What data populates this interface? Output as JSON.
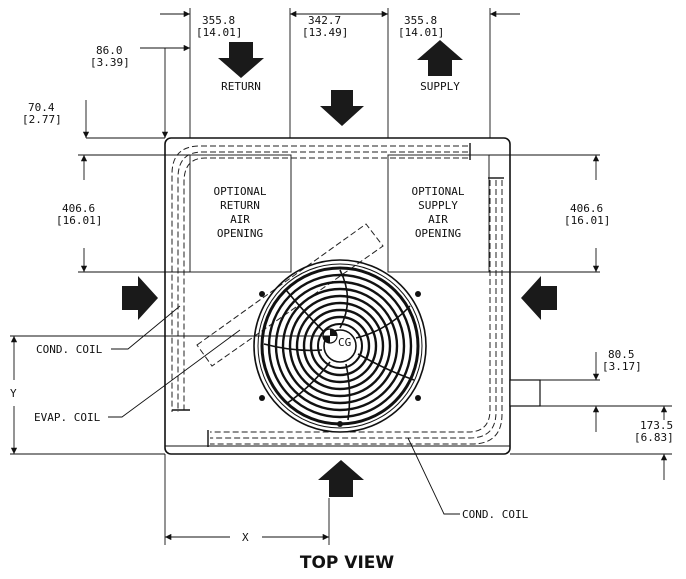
{
  "title": "TOP VIEW",
  "dimensions": {
    "top_left_width": {
      "mm": "355.8",
      "in": "[14.01]"
    },
    "top_mid_width": {
      "mm": "342.7",
      "in": "[13.49]"
    },
    "top_right_width": {
      "mm": "355.8",
      "in": "[14.01]"
    },
    "left_offset": {
      "mm": "86.0",
      "in": "[3.39]"
    },
    "top_offset": {
      "mm": "70.4",
      "in": "[2.77]"
    },
    "left_opening_height": {
      "mm": "406.6",
      "in": "[16.01]"
    },
    "right_opening_height": {
      "mm": "406.6",
      "in": "[16.01]"
    },
    "stub_height": {
      "mm": "80.5",
      "in": "[3.17]"
    },
    "stub_offset": {
      "mm": "173.5",
      "in": "[6.83]"
    }
  },
  "labels": {
    "return": "RETURN",
    "supply": "SUPPLY",
    "return_opening": [
      "OPTIONAL",
      "RETURN",
      "AIR",
      "OPENING"
    ],
    "supply_opening": [
      "OPTIONAL",
      "SUPPLY",
      "AIR",
      "OPENING"
    ],
    "cond_coil_left": "COND. COIL",
    "evap_coil": "EVAP. COIL",
    "cond_coil_bottom": "COND. COIL",
    "cg": "CG",
    "axis_x": "X",
    "axis_y": "Y"
  },
  "colors": {
    "line": "#111111",
    "arrow": "#1a1a1a",
    "background": "#ffffff"
  }
}
